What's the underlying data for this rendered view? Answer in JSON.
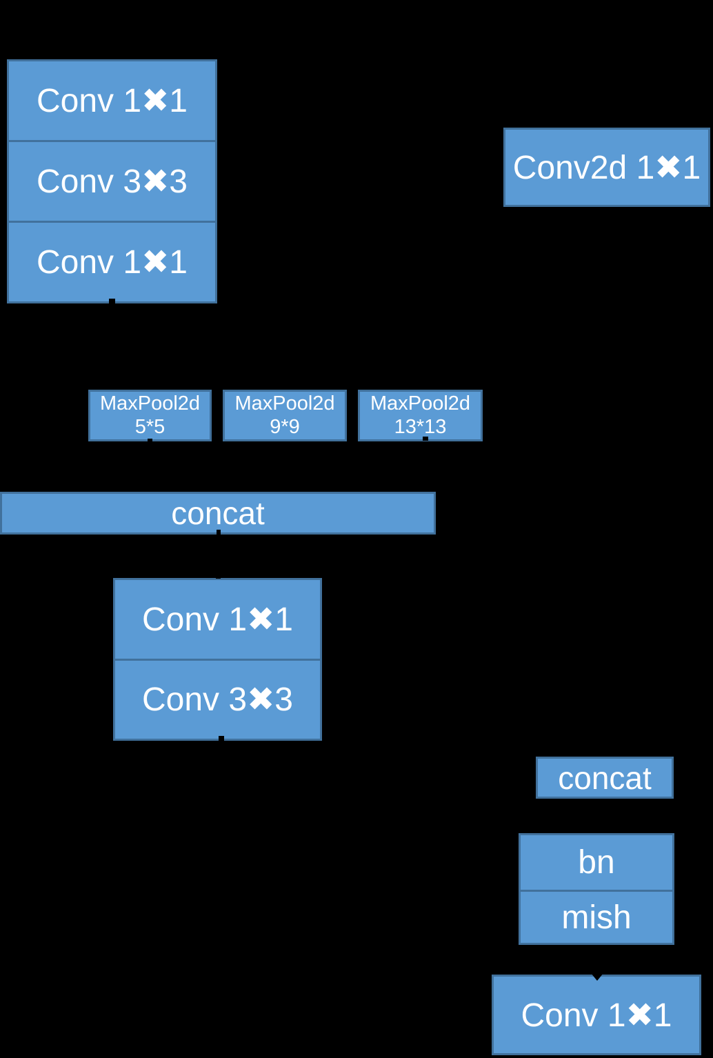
{
  "diagram": {
    "background_color": "#000000",
    "box_fill_color": "#5b9bd5",
    "box_border_color": "#41719c",
    "text_color": "#ffffff",
    "nodes": {
      "stack1": {
        "items": [
          "Conv 1✖1",
          "Conv 3✖3",
          "Conv 1✖1"
        ]
      },
      "conv2d": {
        "label": "Conv2d 1✖1"
      },
      "maxpools": [
        {
          "line1": "MaxPool2d",
          "line2": "5*5"
        },
        {
          "line1": "MaxPool2d",
          "line2": "9*9"
        },
        {
          "line1": "MaxPool2d",
          "line2": "13*13"
        }
      ],
      "concat_wide": {
        "label": "concat"
      },
      "stack2": {
        "items": [
          "Conv 1✖1",
          "Conv 3✖3"
        ]
      },
      "concat_small": {
        "label": "concat"
      },
      "bn_mish": {
        "items": [
          "bn",
          "mish"
        ]
      },
      "conv_out": {
        "label": "Conv 1✖1"
      }
    }
  }
}
